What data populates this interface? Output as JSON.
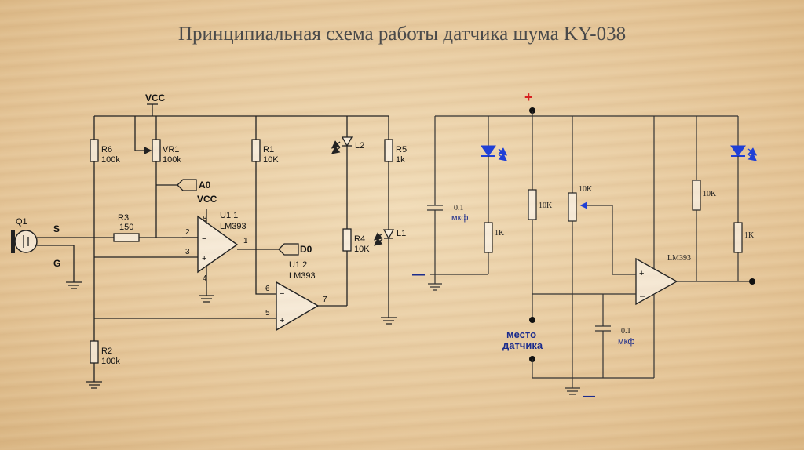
{
  "title": "Принципиальная схема работы датчика шума KY-038",
  "left": {
    "vcc_top": "VCC",
    "vcc_u1": "VCC",
    "q1": "Q1",
    "s": "S",
    "g": "G",
    "r6": "R6",
    "r6v": "100k",
    "vr1": "VR1",
    "vr1v": "100k",
    "r3": "R3",
    "r3v": "150",
    "r2": "R2",
    "r2v": "100k",
    "r1": "R1",
    "r1v": "10K",
    "r4": "R4",
    "r4v": "10K",
    "r5": "R5",
    "r5v": "1k",
    "l1": "L1",
    "l2": "L2",
    "a0": "A0",
    "d0": "D0",
    "u11": "U1.1",
    "u11p": "LM393",
    "u12": "U1.2",
    "u12p": "LM393",
    "p1": "1",
    "p2": "2",
    "p3": "3",
    "p4": "4",
    "p5": "5",
    "p6": "6",
    "p7": "7",
    "p8": "8"
  },
  "right": {
    "plus": "+",
    "minus_left": "—",
    "minus_bottom": "—",
    "c1_v": "0.1",
    "c1_u": "мкф",
    "c2_v": "0.1",
    "c2_u": "мкф",
    "r1k_a": "1K",
    "r10k_a": "10K",
    "pot": "10K",
    "r10k_b": "10K",
    "r1k_b": "1K",
    "chip": "LM393",
    "sensor_1": "место",
    "sensor_2": "датчика",
    "op_plus": "+",
    "op_minus": "–"
  },
  "colors": {
    "led_blue": "#1f3fd6",
    "plus_red": "#d62020",
    "text_blue": "#1c2c8c"
  }
}
